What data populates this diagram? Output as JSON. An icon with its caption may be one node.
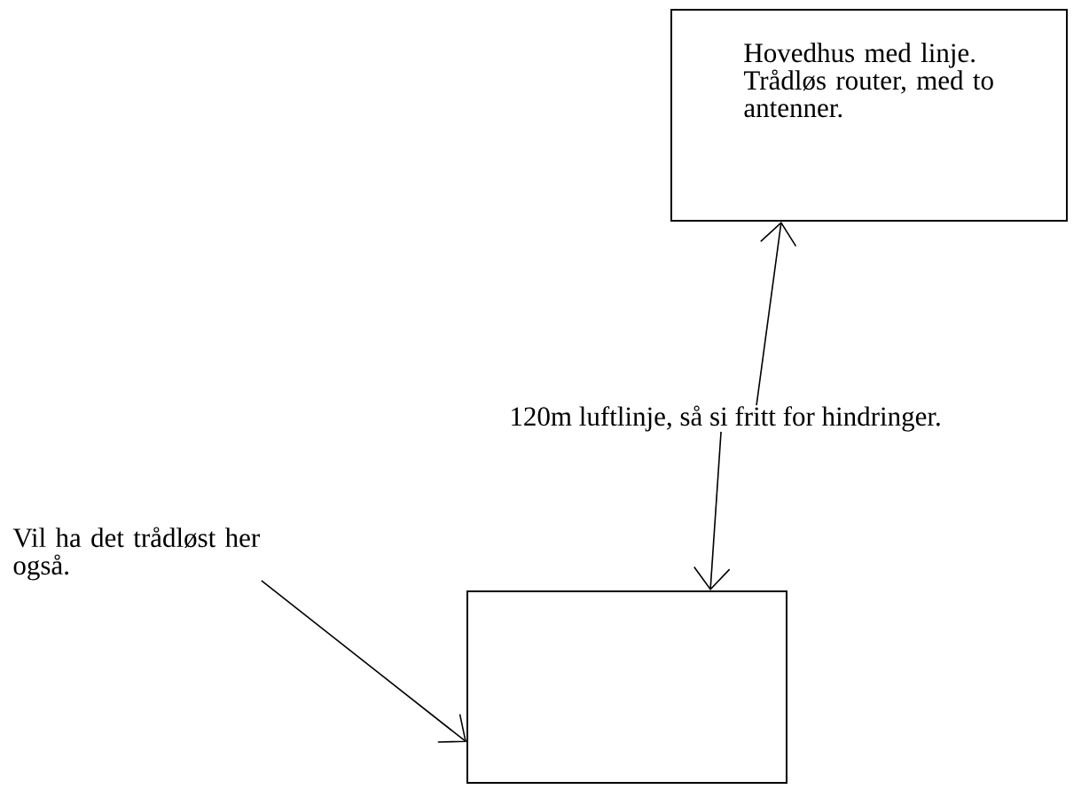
{
  "diagram": {
    "nodes": [
      {
        "text": [
          "Hovedhus med linje. Trådløs router, med to antenner."
        ]
      },
      {
        "text": [
          "120m luftlinje, så si fritt for hindringer."
        ]
      },
      {
        "text": [
          "Vil ha det trådløst her også."
        ]
      },
      {
        "text": [],
        "shape": "box"
      }
    ],
    "edges": [
      {
        "from": 1,
        "to": 0,
        "arrow": "to"
      },
      {
        "from": 1,
        "to": 3,
        "arrow": "to"
      },
      {
        "from": 2,
        "to": 3,
        "arrow": "to"
      }
    ]
  }
}
